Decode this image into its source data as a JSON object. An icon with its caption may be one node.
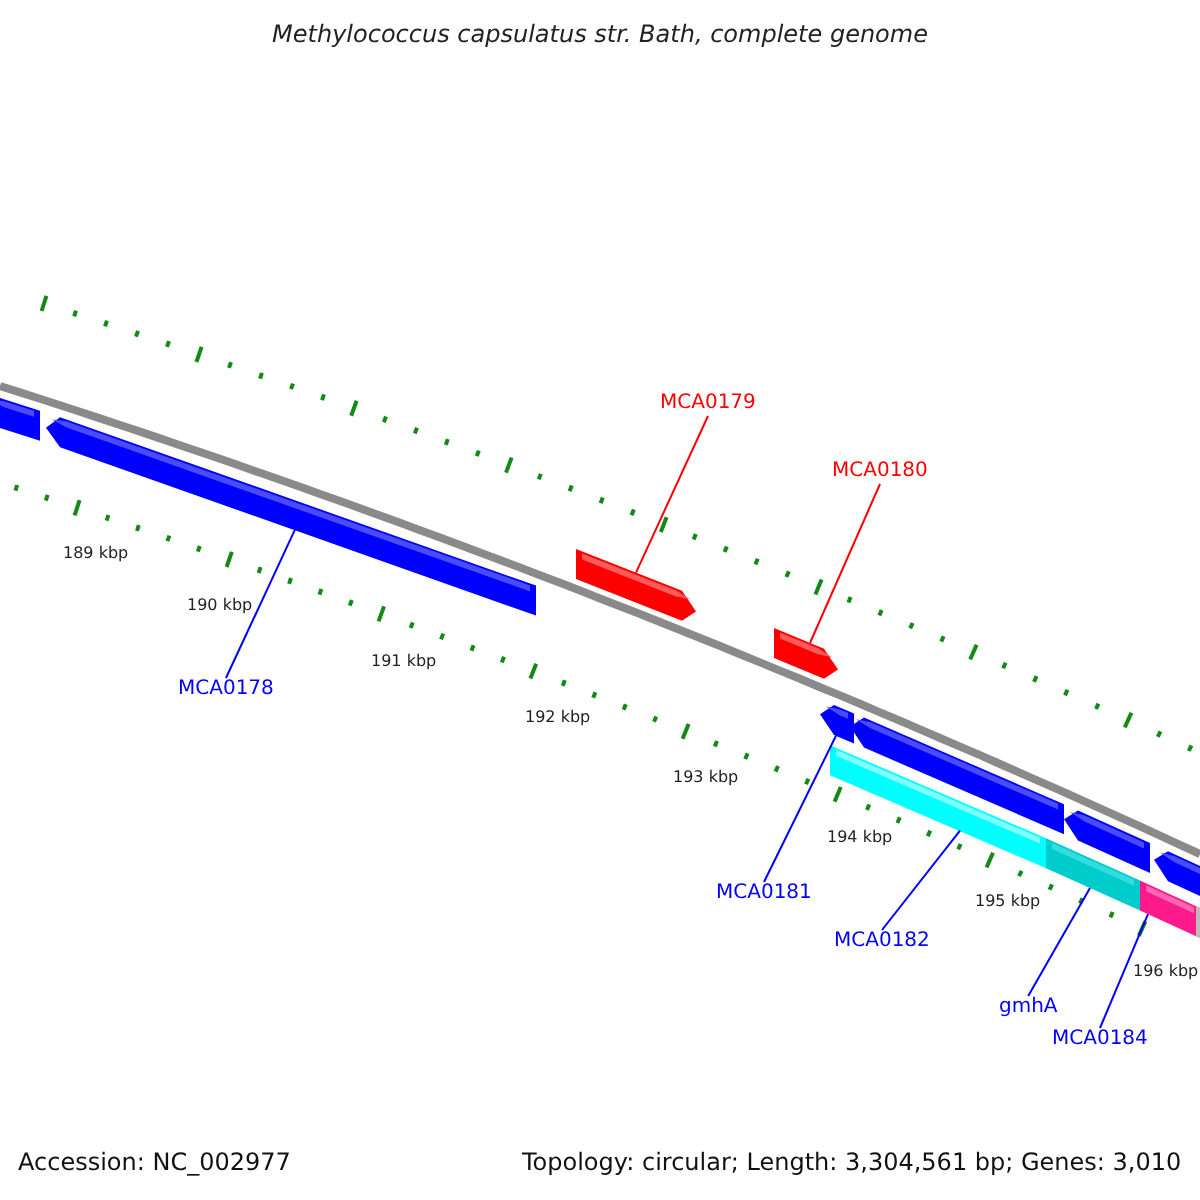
{
  "diagram": {
    "title": "Methylococcus capsulatus str. Bath, complete genome",
    "nodes": [
      {
        "text": [
          "MCA0179"
        ]
      },
      {
        "text": [
          "MCA0180"
        ]
      },
      {
        "text": [
          "MCA0178"
        ]
      },
      {
        "text": [
          "MCA0181"
        ]
      },
      {
        "text": [
          "MCA0182"
        ]
      },
      {
        "text": [
          "gmhA"
        ]
      },
      {
        "text": [
          "MCA0184"
        ]
      },
      {
        "text": [],
        "shape": "pentagon"
      },
      {
        "text": [],
        "shape": "pentagon"
      },
      {
        "text": [],
        "shape": "pentagon"
      },
      {
        "text": [],
        "shape": "pentagon"
      },
      {
        "text": [],
        "shape": "pentagon"
      },
      {
        "text": [],
        "shape": "pentagon"
      },
      {
        "text": [],
        "shape": "bar"
      },
      {
        "text": [],
        "shape": "bar"
      },
      {
        "text": [],
        "shape": "pentagon"
      },
      {
        "text": [],
        "shape": "bar"
      },
      {
        "text": [],
        "shape": "pentagon"
      },
      {
        "text": [],
        "shape": "bar"
      }
    ],
    "edges": [
      {
        "from": 0,
        "to": 9,
        "arrow": "none",
        "color": "#ff0000"
      },
      {
        "from": 1,
        "to": 10,
        "arrow": "none",
        "color": "#ff0000"
      },
      {
        "from": 2,
        "to": 8,
        "arrow": "none"
      },
      {
        "from": 3,
        "to": 11,
        "arrow": "none"
      },
      {
        "from": 4,
        "to": 13,
        "arrow": "none"
      },
      {
        "from": 5,
        "to": 14,
        "arrow": "none"
      },
      {
        "from": 6,
        "to": 16,
        "arrow": "none"
      }
    ],
    "labels": [
      "189 kbp",
      "190 kbp",
      "191 kbp",
      "192 kbp",
      "193 kbp",
      "194 kbp",
      "195 kbp",
      "196 kbp",
      "Accession: NC_002977",
      "Topology: circular; Length: 3,304,561 bp; Genes: 3,010"
    ]
  }
}
